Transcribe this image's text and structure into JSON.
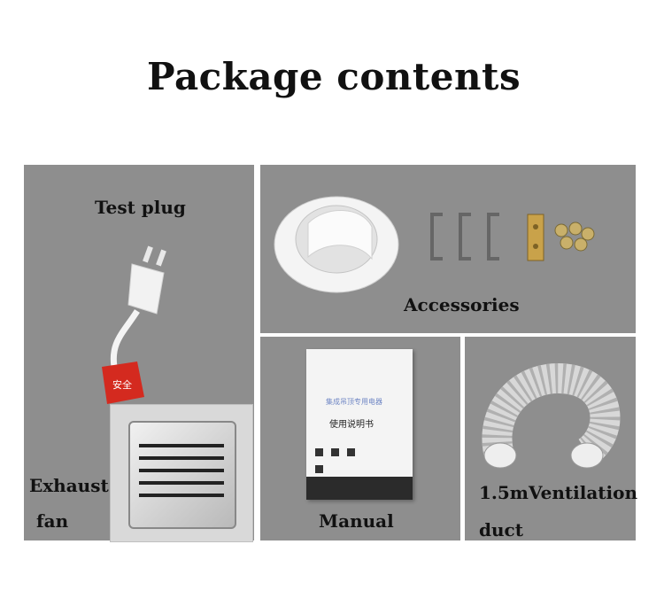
{
  "title": "Package contents",
  "panels": {
    "test_plug": {
      "label": "Test plug"
    },
    "exhaust_fan": {
      "label_line1": "Exhaust",
      "label_line2": "fan"
    },
    "accessories": {
      "label": "Accessories"
    },
    "manual": {
      "label": "Manual",
      "cover_title": "集成吊顶专用电器",
      "cover_subtitle": "使用说明书"
    },
    "duct": {
      "label_line1": "1.5mVentilation",
      "label_line2": "duct"
    },
    "plug_tag": {
      "text": "安全"
    }
  }
}
